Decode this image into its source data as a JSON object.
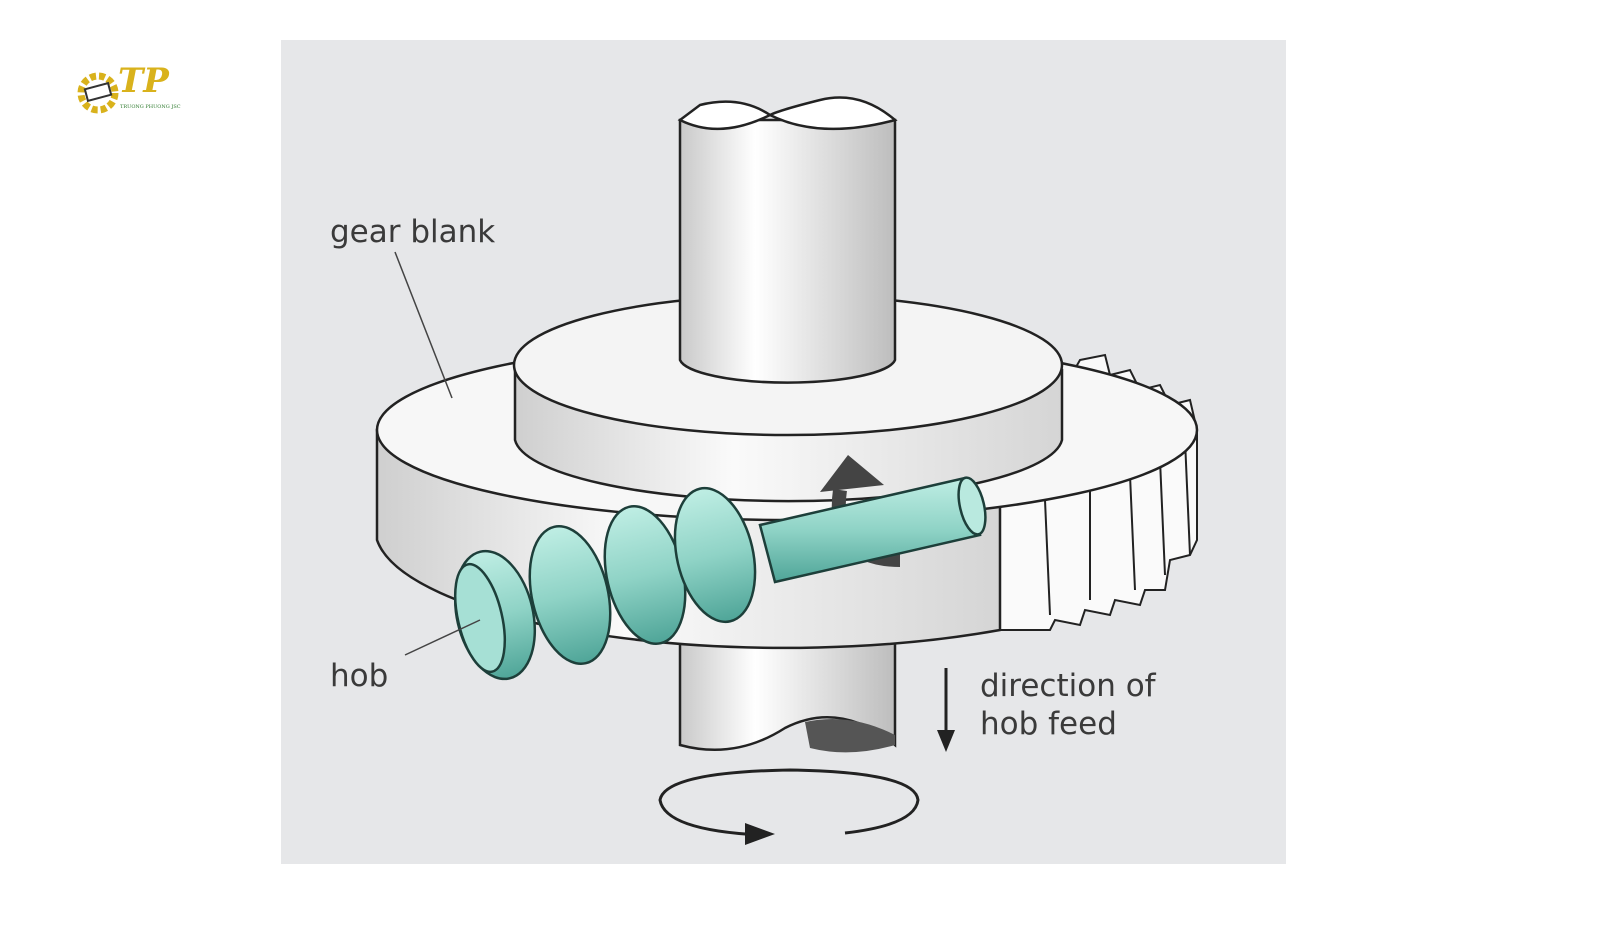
{
  "logo": {
    "mark": "TP",
    "company": "TRUONG PHUONG JSC",
    "gold": "#d9b21c",
    "green": "#2d7a2d"
  },
  "diagram": {
    "labels": {
      "gear_blank": "gear blank",
      "hob": "hob",
      "feed_line1": "direction of",
      "feed_line2": "hob feed"
    },
    "colors": {
      "background": "#e6e7e9",
      "hob": "#8fd3c6",
      "metal": "#f2f2f2",
      "outline": "#222222"
    }
  }
}
